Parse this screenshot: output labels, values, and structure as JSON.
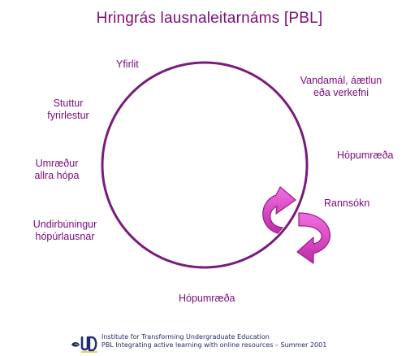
{
  "title": "Hringrás lausnaleitarnáms [PBL]",
  "labels": {
    "yfirlit": "Yfirlit",
    "vandamal_line1": "Vandamál, áætlun",
    "vandamal_line2": "eða verkefni",
    "hopumraeda_right": "Hópumræða",
    "rannsokn": "Rannsókn",
    "hopumraeda_bottom": "Hópumræða",
    "undirbuningur_line1": "Undirbúningur",
    "undirbuningur_line2": "hópúrlausnar",
    "umraedur_line1": "Umræður",
    "umraedur_line2": "allra hópa",
    "stuttur_line1": "Stuttur",
    "stuttur_line2": "fyrirlestur"
  },
  "footer": {
    "line1": "Institute for Transforming Undergraduate Education",
    "line2": "PBL Integrating active learning with online resources – Summer 2001"
  },
  "colors": {
    "text": "#7a0a7a",
    "circle": "#7b1a7b",
    "arrow_fill": "#e04ad0",
    "arrow_stroke": "#9c1a8c",
    "footer_text": "#222c66"
  },
  "icons": {
    "cycle_arrows": "curved-cycle-arrows-icon",
    "logo": "ud-university-logo-icon"
  }
}
